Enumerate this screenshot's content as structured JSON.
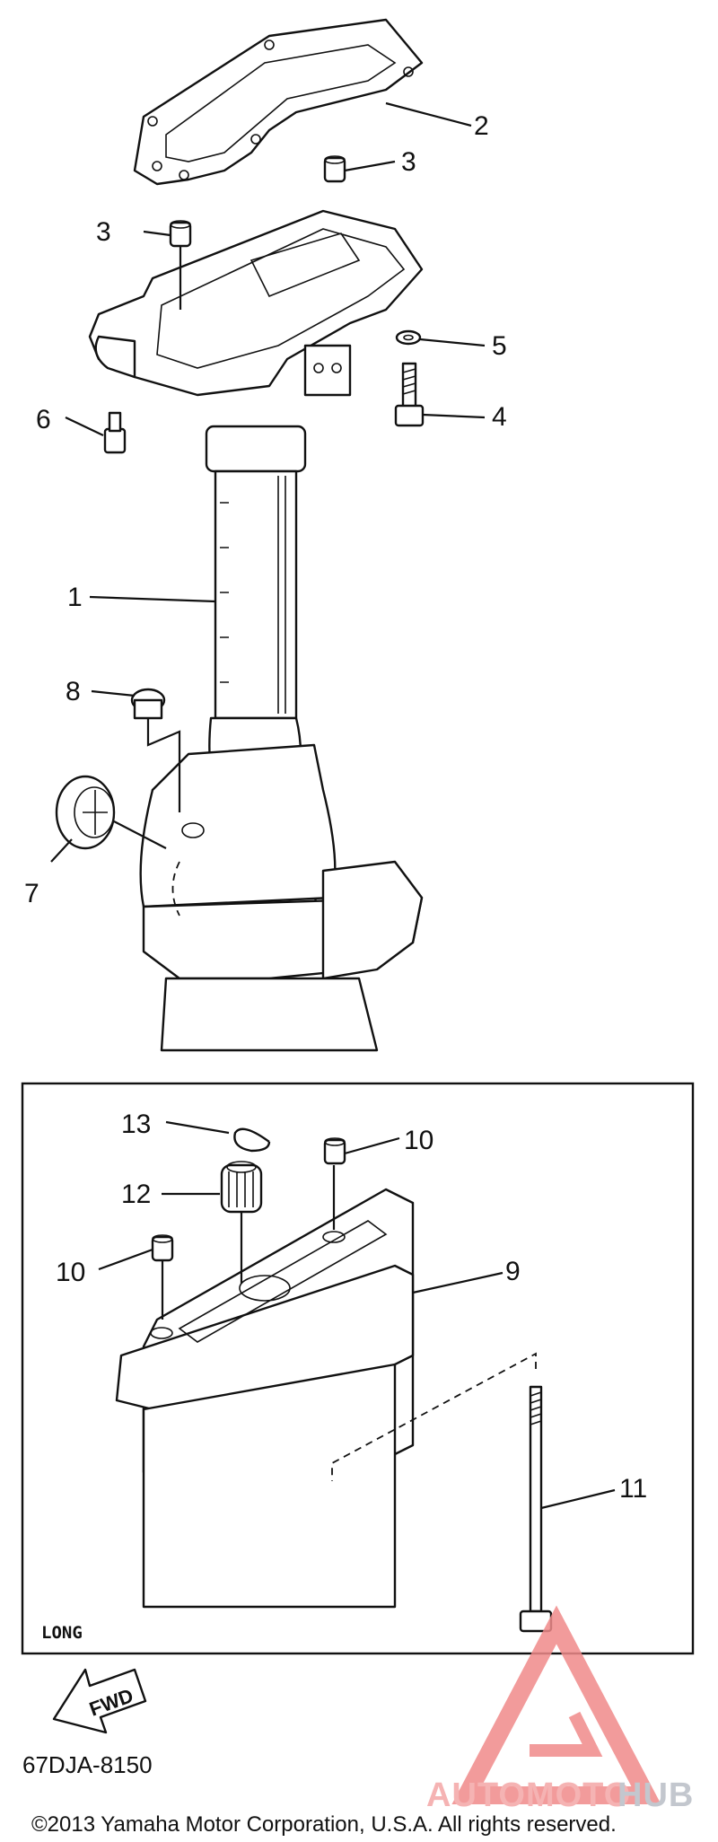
{
  "diagram": {
    "callouts": [
      {
        "id": "c2",
        "text": "2"
      },
      {
        "id": "c3a",
        "text": "3"
      },
      {
        "id": "c3b",
        "text": "3"
      },
      {
        "id": "c5",
        "text": "5"
      },
      {
        "id": "c4",
        "text": "4"
      },
      {
        "id": "c6",
        "text": "6"
      },
      {
        "id": "c1",
        "text": "1"
      },
      {
        "id": "c8",
        "text": "8"
      },
      {
        "id": "c7",
        "text": "7"
      },
      {
        "id": "c13",
        "text": "13"
      },
      {
        "id": "c10a",
        "text": "10"
      },
      {
        "id": "c12",
        "text": "12"
      },
      {
        "id": "c10b",
        "text": "10"
      },
      {
        "id": "c9",
        "text": "9"
      },
      {
        "id": "c11",
        "text": "11"
      }
    ],
    "inset_label": "LONG",
    "direction_label": "FWD",
    "diagram_code": "67DJA-8150",
    "copyright": "©2013 Yamaha Motor Corporation, U.S.A. All rights reserved.",
    "watermark": {
      "part_a": "AUTOMOTO",
      "part_b": "HUB"
    }
  },
  "colors": {
    "watermark_red": "#f08a8a",
    "watermark_gray": "#b9bec6",
    "ink": "#111111"
  }
}
